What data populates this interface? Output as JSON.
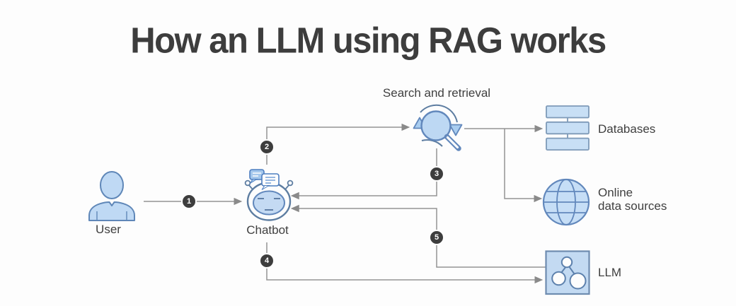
{
  "title": "How an LLM using RAG works",
  "colors": {
    "background": "#fdfdfd",
    "title_text": "#3d3d3d",
    "label_text": "#3f3f3f",
    "connector_line": "#949494",
    "badge_bg": "#3d3d3d",
    "badge_text": "#ffffff",
    "icon_fill_light_blue": "#bfd9f4",
    "icon_stroke_blue": "#6288bc",
    "icon_stroke_grayblue": "#5d7da1"
  },
  "nodes": {
    "user": {
      "label": "User"
    },
    "chatbot": {
      "label": "Chatbot"
    },
    "search": {
      "label": "Search and retrieval"
    },
    "databases": {
      "label": "Databases"
    },
    "online": {
      "label_line1": "Online",
      "label_line2": "data sources"
    },
    "llm": {
      "label": "LLM"
    }
  },
  "steps": [
    {
      "number": "1",
      "from": "User",
      "to": "Chatbot"
    },
    {
      "number": "2",
      "from": "Chatbot",
      "to": "Search and retrieval"
    },
    {
      "number": "3",
      "from": "Search and retrieval",
      "to": "Chatbot"
    },
    {
      "number": "4",
      "from": "Chatbot",
      "to": "LLM"
    },
    {
      "number": "5",
      "from": "LLM",
      "to": "Chatbot"
    }
  ]
}
